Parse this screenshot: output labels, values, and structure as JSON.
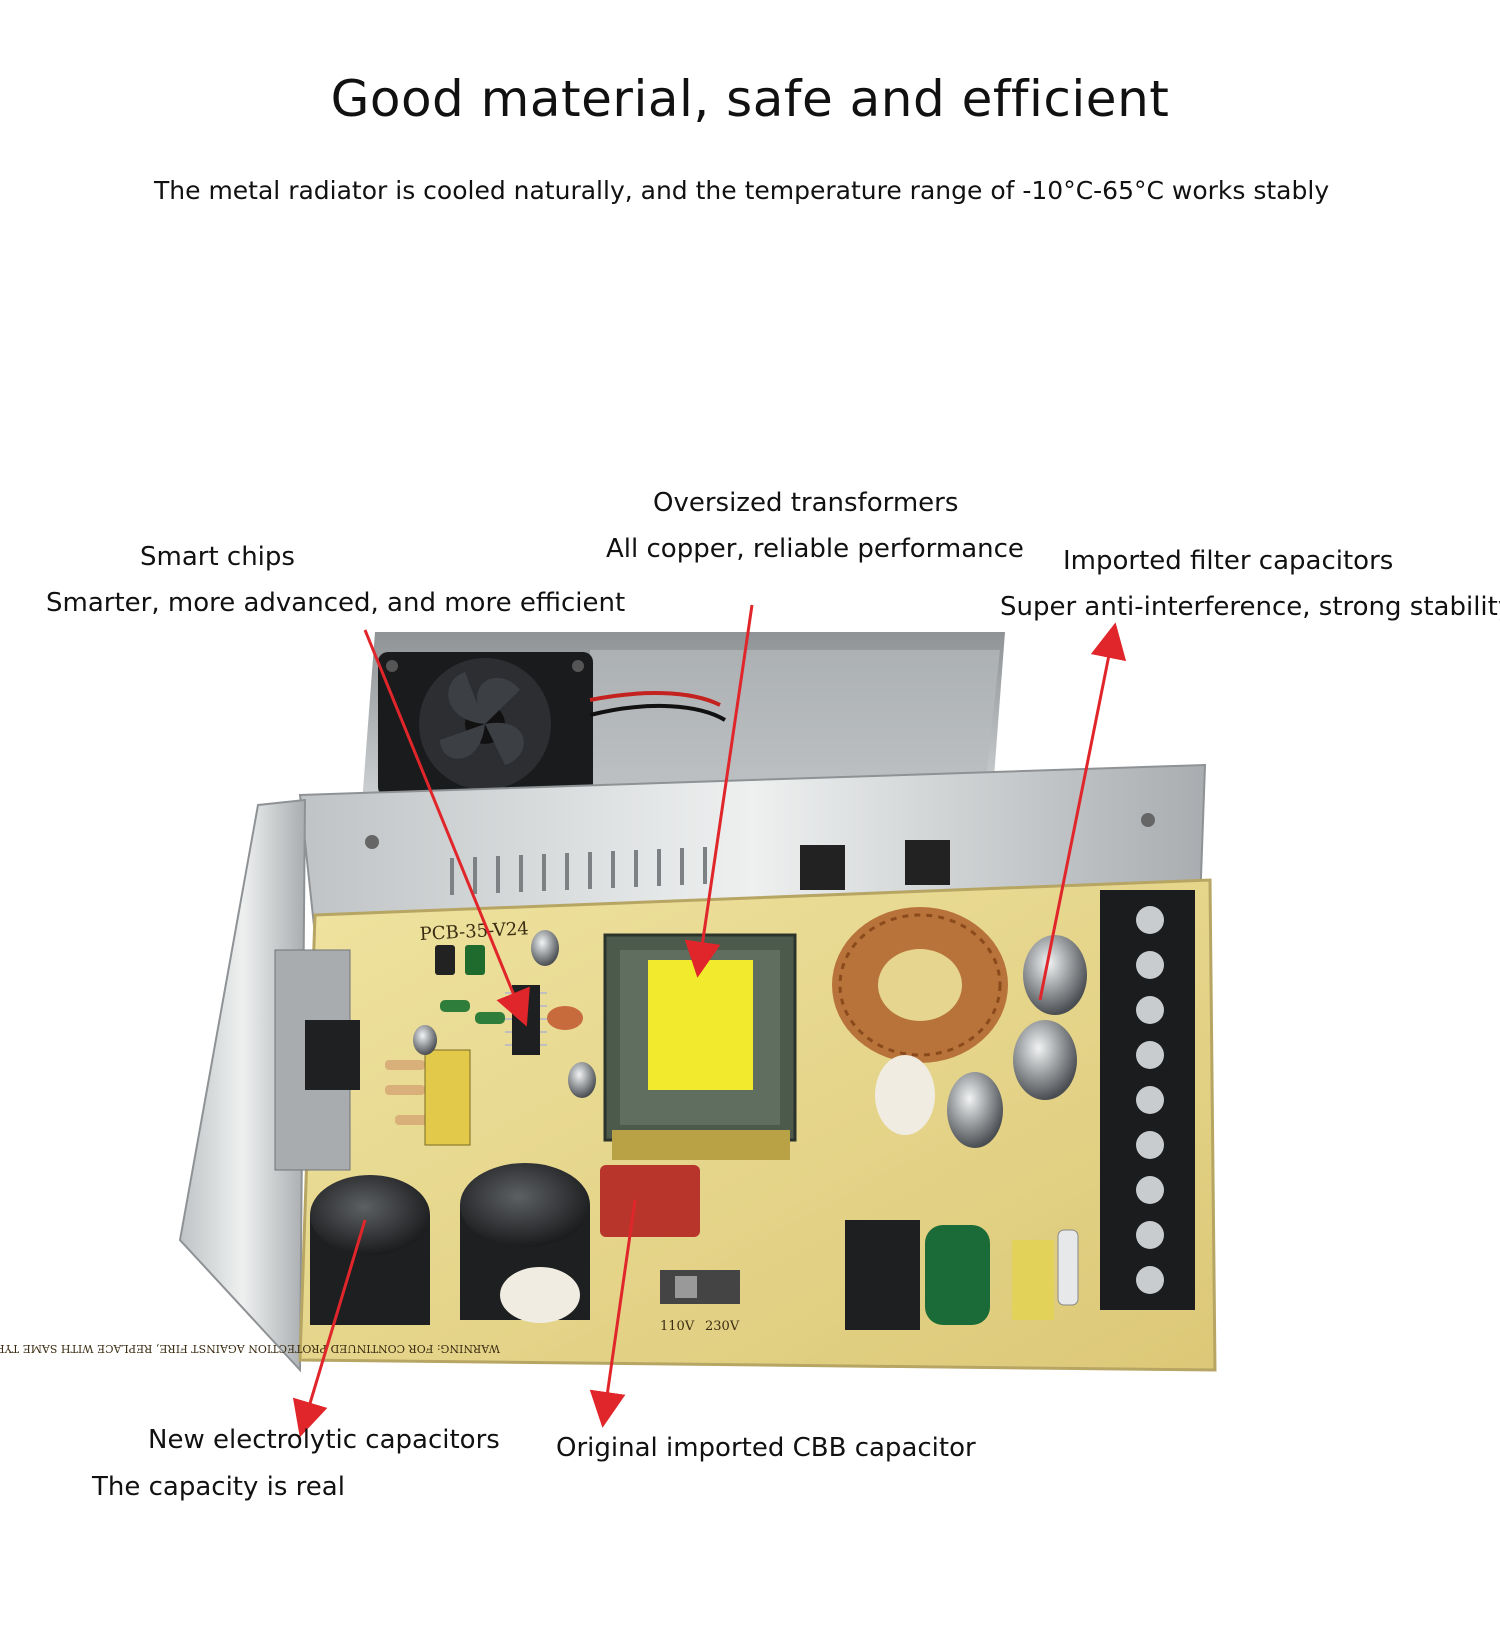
{
  "heading": {
    "title": "Good material, safe and efficient",
    "subtitle": "The metal radiator is cooled naturally, and the temperature range of -10°C-65°C works stably"
  },
  "callouts": {
    "smart_chips": {
      "title": "Smart chips",
      "detail": "Smarter, more advanced, and more efficient"
    },
    "transformers": {
      "title": "Oversized transformers",
      "detail": "All copper, reliable performance"
    },
    "filter_capacitors": {
      "title": "Imported filter capacitors",
      "detail": "Super anti-interference, strong stability"
    },
    "electrolytic": {
      "title": "New electrolytic capacitors",
      "detail": "The capacity is real"
    },
    "cbb": {
      "title": "Original imported CBB capacitor"
    }
  },
  "board_text": {
    "pcb_code": "PCB-35-V24",
    "voltage_110": "110V",
    "voltage_230": "230V",
    "warning": "WARNING: FOR CONTINUED PROTECTION AGAINST FIRE, REPLACE WITH SAME TYPE AND RATING OF FUSE"
  },
  "colors": {
    "arrow": "#e0262a",
    "board": "#e9d98a",
    "metal": "#c9ccce",
    "transformer_core": "#f4ec2a"
  }
}
